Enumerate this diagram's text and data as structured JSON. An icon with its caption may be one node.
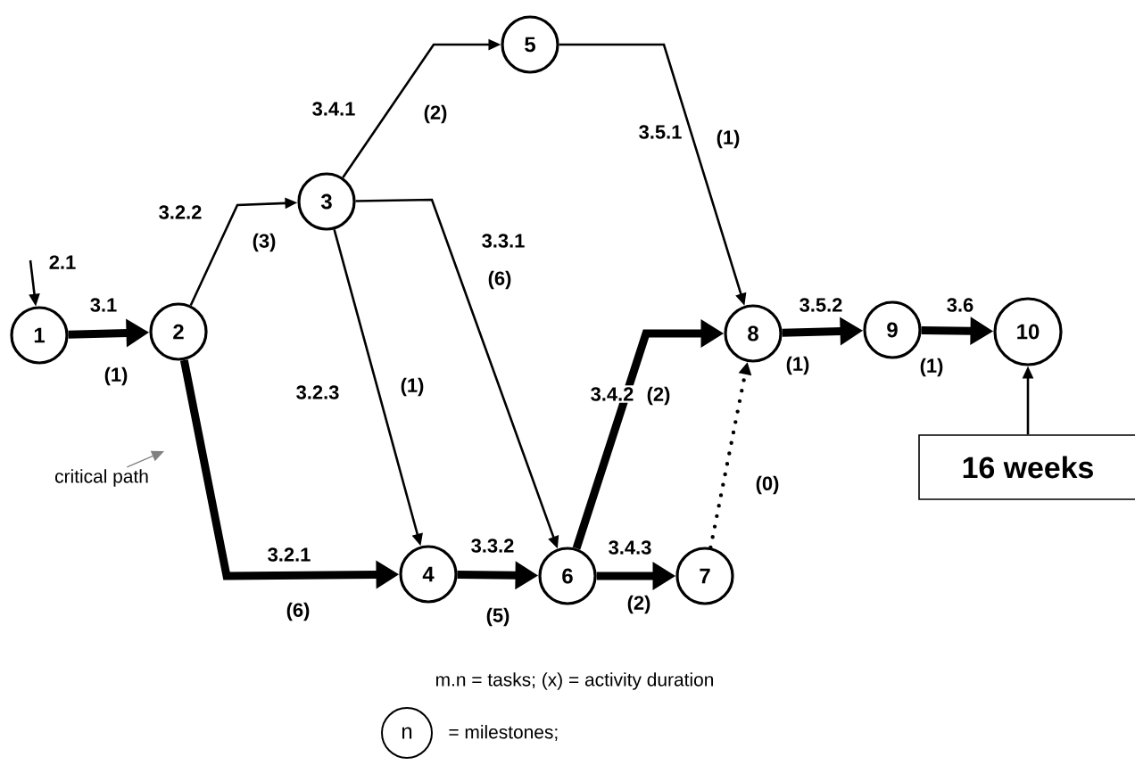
{
  "diagram": {
    "nodes": [
      {
        "text": [
          "1"
        ]
      },
      {
        "text": [
          "2"
        ]
      },
      {
        "text": [
          "3"
        ]
      },
      {
        "text": [
          "5"
        ]
      },
      {
        "text": [
          "4"
        ]
      },
      {
        "text": [
          "6"
        ]
      },
      {
        "text": [
          "7"
        ]
      },
      {
        "text": [
          "8"
        ]
      },
      {
        "text": [
          "9"
        ]
      },
      {
        "text": [
          "10"
        ]
      },
      {
        "text": [
          "16 weeks"
        ]
      },
      {
        "text": [
          "critical path"
        ]
      },
      {
        "text": [
          "n"
        ],
        "beside": [
          "= milestones;"
        ]
      }
    ],
    "edges": [
      {
        "from": null,
        "to": 0,
        "arrow": "to",
        "label": "2.1"
      },
      {
        "from": 0,
        "to": 1,
        "arrow": "to",
        "label": "3.1",
        "style": "thick"
      },
      {
        "from": 1,
        "to": 2,
        "arrow": "to",
        "label": "3.2.2"
      },
      {
        "from": 2,
        "to": 3,
        "arrow": "to",
        "label": "3.4.1"
      },
      {
        "from": 3,
        "to": 7,
        "arrow": "to",
        "label": "3.5.1"
      },
      {
        "from": 2,
        "to": 5,
        "arrow": "to",
        "label": "3.3.1"
      },
      {
        "from": 2,
        "to": 4,
        "arrow": "to",
        "label": "3.2.3"
      },
      {
        "from": 1,
        "to": 4,
        "arrow": "to",
        "label": "3.2.1",
        "style": "thick"
      },
      {
        "from": 4,
        "to": 5,
        "arrow": "to",
        "label": "3.3.2",
        "style": "thick"
      },
      {
        "from": 5,
        "to": 6,
        "arrow": "to",
        "label": "3.4.3",
        "style": "thick"
      },
      {
        "from": 5,
        "to": 7,
        "arrow": "to",
        "label": "3.4.2",
        "style": "thick"
      },
      {
        "from": 6,
        "to": 7,
        "arrow": "to",
        "style": "dashed"
      },
      {
        "from": 7,
        "to": 8,
        "arrow": "to",
        "label": "3.5.2",
        "style": "thick"
      },
      {
        "from": 8,
        "to": 9,
        "arrow": "to",
        "label": "3.6",
        "style": "thick"
      },
      {
        "from": 10,
        "to": 9,
        "arrow": "to"
      },
      {
        "from": 11,
        "to": null,
        "arrow": "to",
        "color": "#808080"
      }
    ],
    "labels": [
      "(1)",
      "(3)",
      "(2)",
      "(1)",
      "(6)",
      "(1)",
      "(6)",
      "(5)",
      "(2)",
      "(2)",
      "(0)",
      "(1)",
      "(1)",
      "m.n = tasks; (x) = activity duration"
    ]
  }
}
